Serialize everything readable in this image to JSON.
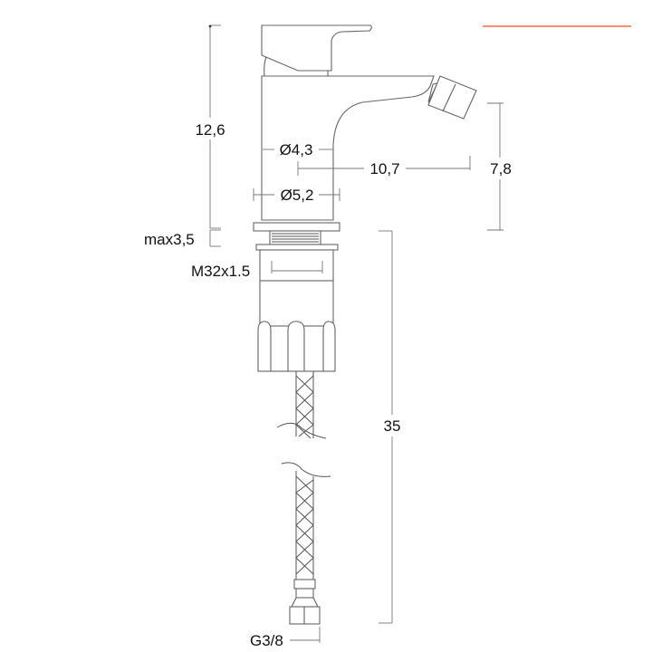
{
  "accent": {
    "color": "#f26a3c"
  },
  "dimensions": {
    "height_total": "12,6",
    "max_thickness": "max3,5",
    "spout_height": "7,8",
    "spout_reach": "10,7",
    "body_diameter_top": "Ø4,3",
    "body_diameter_base": "Ø5,2",
    "thread": "M32x1.5",
    "hose_length": "35",
    "hose_connector": "G3/8"
  }
}
